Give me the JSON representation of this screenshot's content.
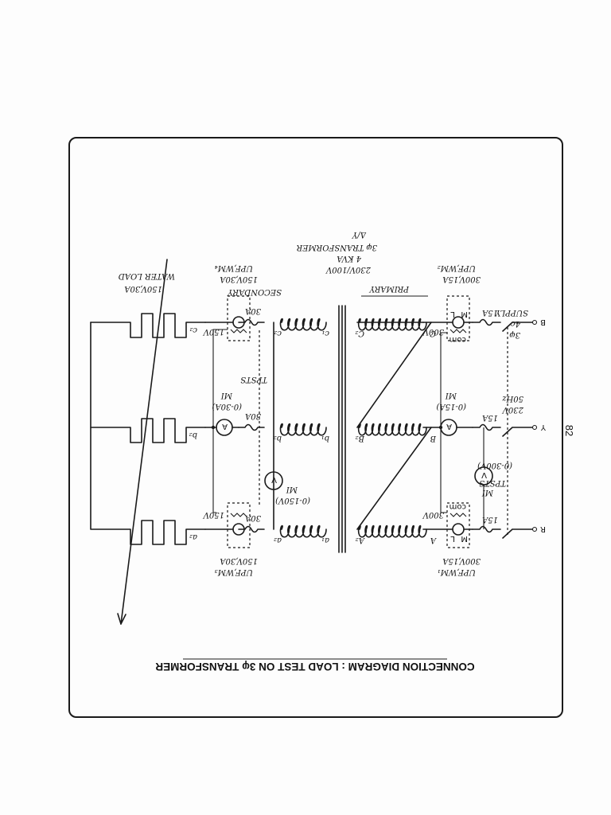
{
  "page": {
    "number": "82"
  },
  "title": "CONNECTION DIAGRAM : LOAD TEST ON 3φ TRANSFORMER",
  "transformer": {
    "type": "3φ TRANSFORMER",
    "rating": "4 KVA",
    "voltage": "230V/100V",
    "connection": "Δ/Y",
    "primary_label": "PRIMARY",
    "secondary_label": "SECONDARY",
    "primary_terminals": [
      "A",
      "A₂",
      "B",
      "B₂",
      "C",
      "C₂"
    ],
    "secondary_terminals": [
      "a₁",
      "a₂",
      "b₁",
      "b₂",
      "c₁",
      "c₂"
    ]
  },
  "supply": {
    "label_1": "3φ",
    "label_2": "4c",
    "label_3": "SUPPLY",
    "voltage": "230V",
    "frequency": "50Hz",
    "switch_label": "TPSTS",
    "phases": [
      "R",
      "Y",
      "B"
    ],
    "fuse_rating": "15A"
  },
  "primary_meters": {
    "wattmeter_1": {
      "rating": "300V,15A",
      "type": "UPF,WM₁"
    },
    "wattmeter_2": {
      "rating": "300V,15A",
      "type": "UPF,WM₂"
    },
    "ammeter": {
      "symbol": "A",
      "range": "(0-15A)",
      "type": "MI"
    },
    "voltmeter": {
      "symbol": "V",
      "range": "(0-300V)",
      "type": "MI"
    },
    "pc_voltage": "300V"
  },
  "secondary_meters": {
    "wattmeter_3": {
      "rating": "150V,30A",
      "type": "UPF,WM₃"
    },
    "wattmeter_4": {
      "rating": "150V,30A",
      "type": "UPF,WM₄"
    },
    "ammeter": {
      "symbol": "A",
      "range": "(0-30A)",
      "type": "MI"
    },
    "voltmeter": {
      "symbol": "V",
      "range": "(0-150V)",
      "type": "MI"
    },
    "pc_voltage": "150V",
    "switch_label": "TPSTS",
    "fuse_rating": "30A"
  },
  "load": {
    "label_1": "150V,30A",
    "label_2": "WATER LOAD",
    "terminals": [
      "a₂",
      "b₂",
      "c₂"
    ]
  },
  "meter_terminals": {
    "M": "M",
    "L": "L",
    "com": "com",
    "V": "V"
  }
}
